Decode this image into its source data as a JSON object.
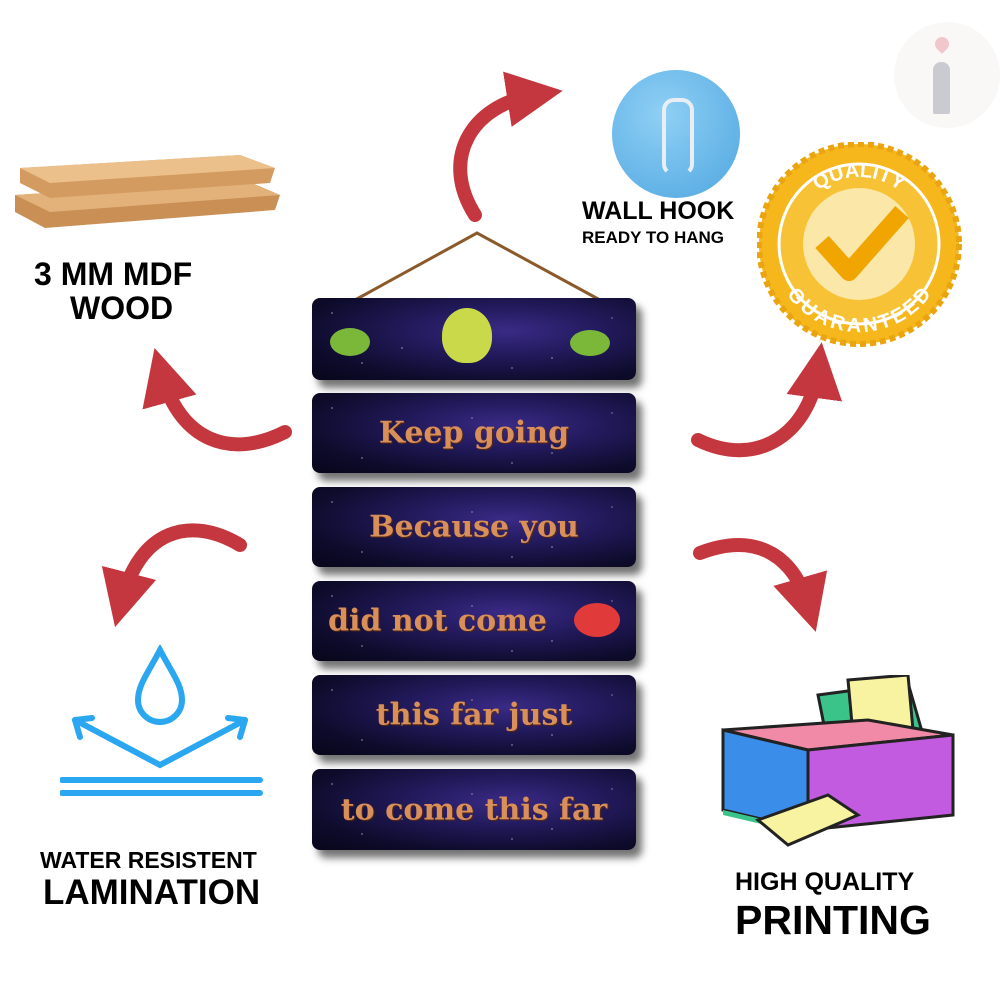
{
  "features": {
    "wood": {
      "line1": "3 MM MDF",
      "line2": "WOOD"
    },
    "hook": {
      "title": "WALL HOOK",
      "subtitle": "READY TO HANG"
    },
    "quality": {
      "top": "QUALITY",
      "bottom": "GUARANTEED"
    },
    "water": {
      "line1": "WATER RESISTENT",
      "line2": "LAMINATION"
    },
    "printing": {
      "line1": "HIGH QUALITY",
      "line2": "PRINTING"
    }
  },
  "planks": [
    "Keep going",
    "Because you",
    "did not come",
    "this far just",
    "to come this far"
  ],
  "colors": {
    "arrow": "#c4373f",
    "plank_text": "#d98f5a",
    "water": "#2aa7f0",
    "badge": "#f5b71c"
  }
}
